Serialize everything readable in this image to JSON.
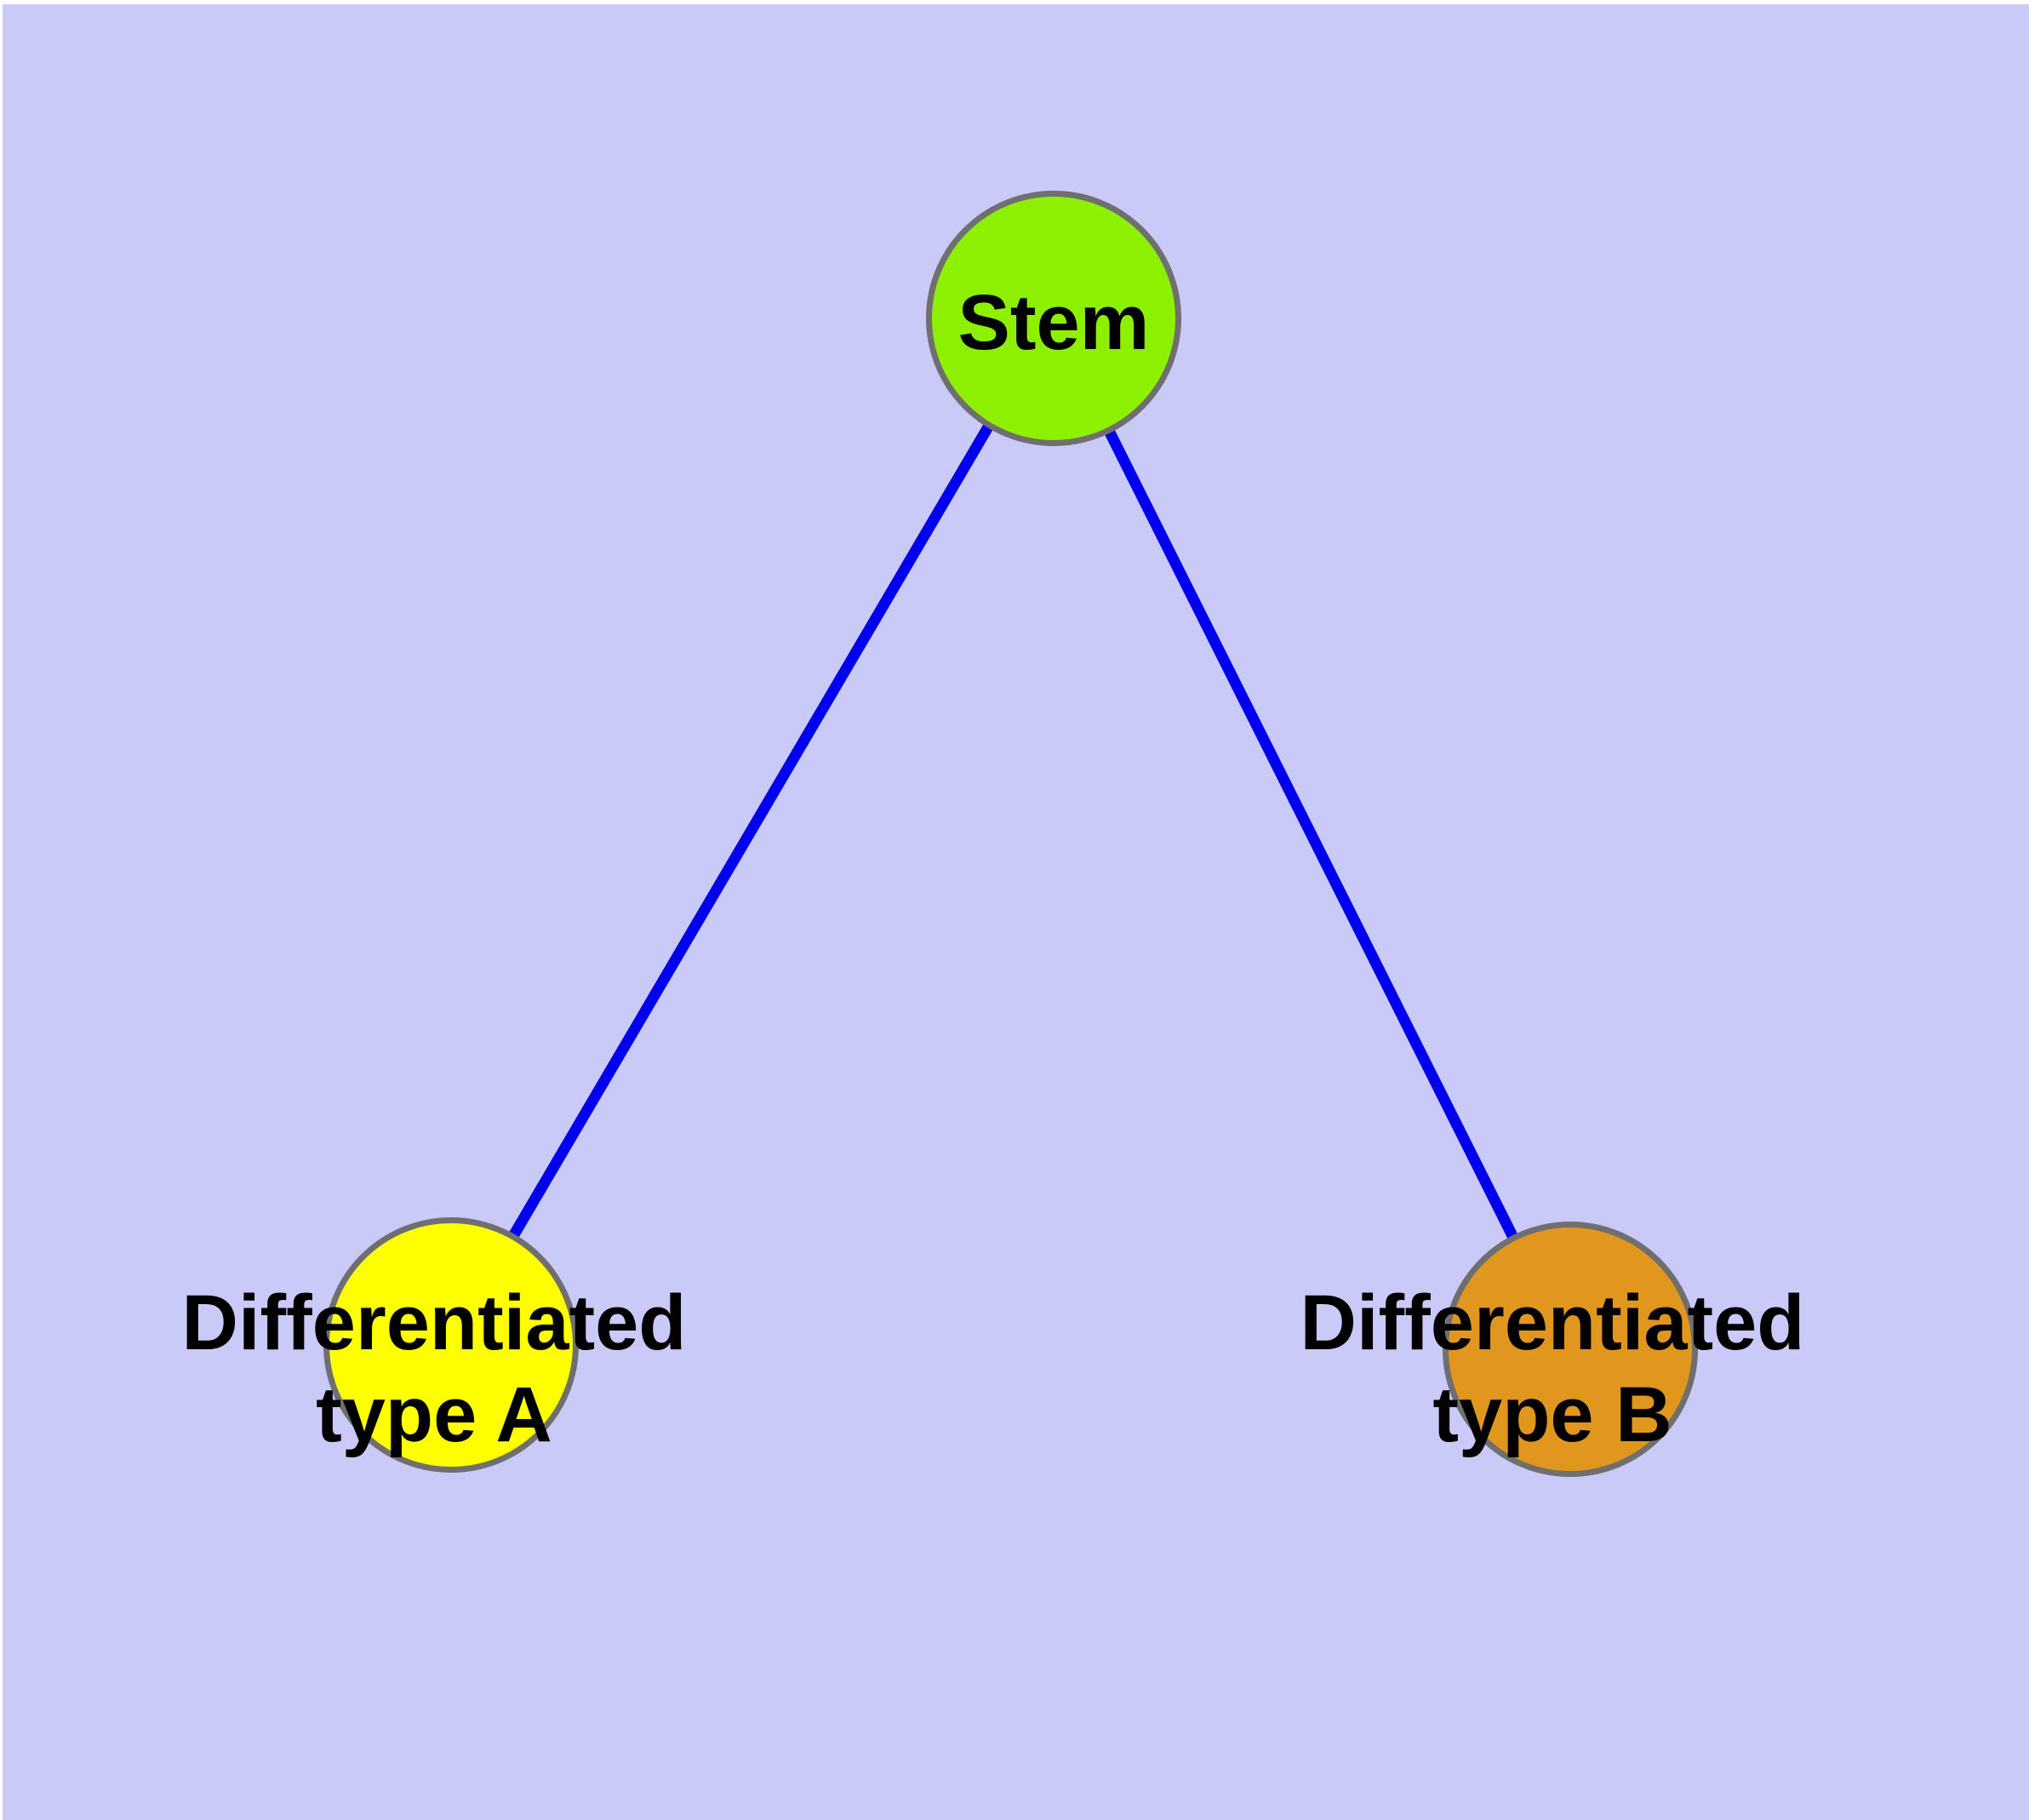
{
  "colors": {
    "background": "#cacaf8",
    "page_margin": "#ffffff",
    "node_border": "#6f6f6f",
    "edge": "#0000ee",
    "label_text": "#000000"
  },
  "graph": {
    "type": "node-link-diagram",
    "nodes": [
      {
        "id": "stem",
        "label": "Stem",
        "fill": "#8cf000"
      },
      {
        "id": "type-a",
        "label": "Differentiated\ntype A",
        "fill": "#ffff00"
      },
      {
        "id": "type-b",
        "label": "Differentiated\ntype B",
        "fill": "#e1961e"
      }
    ],
    "edges": [
      {
        "from": "stem",
        "to": "type-a"
      },
      {
        "from": "stem",
        "to": "type-b"
      }
    ]
  }
}
